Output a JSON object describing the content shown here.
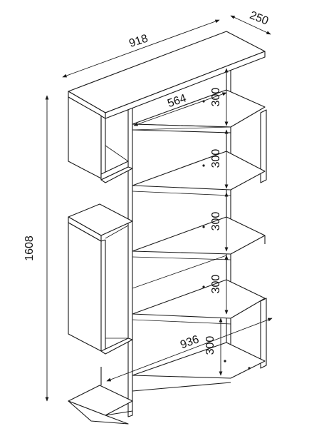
{
  "dimensions": {
    "overall_width": "918",
    "depth": "250",
    "overall_height": "1608",
    "inner_width_top": "564",
    "inner_width_bottom": "936",
    "shelf_spacing": [
      "300",
      "300",
      "300",
      "300",
      "300"
    ]
  }
}
